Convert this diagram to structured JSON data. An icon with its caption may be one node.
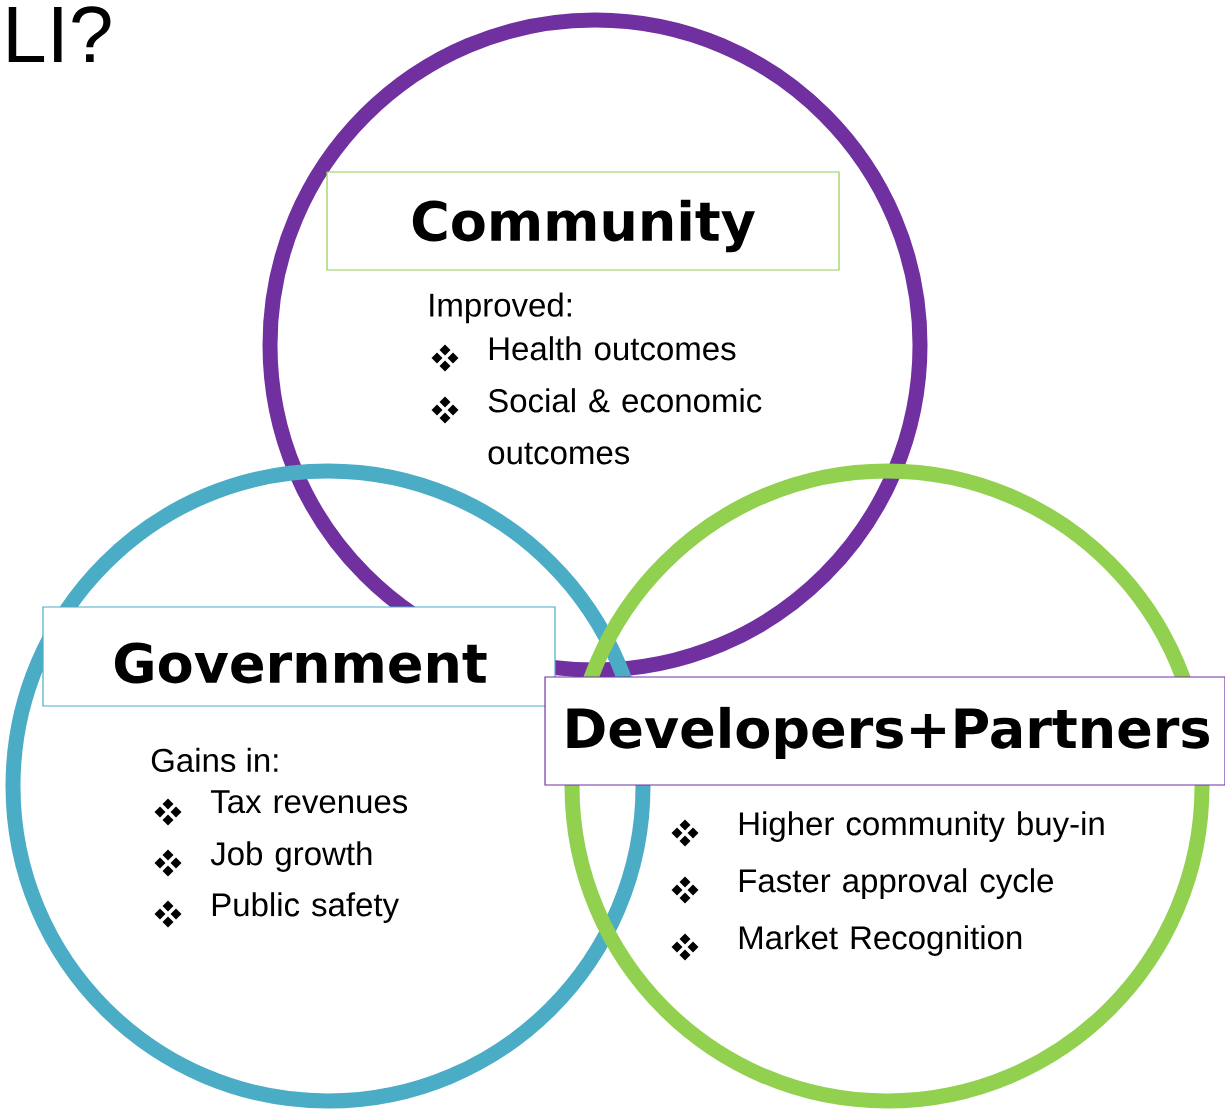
{
  "diagram": {
    "nodes": [
      {
        "text": [
          "Community",
          "Improved:",
          "Health outcomes",
          "Social & economic outcomes"
        ]
      },
      {
        "text": [
          "Government",
          "Gains in:",
          "Tax revenues",
          "Job growth",
          "Public safety"
        ]
      },
      {
        "text": [
          "Developers+Partners",
          "Higher community buy-in",
          "Faster approval cycle",
          "Market Recognition"
        ]
      }
    ],
    "labels": [
      "LI?"
    ]
  }
}
